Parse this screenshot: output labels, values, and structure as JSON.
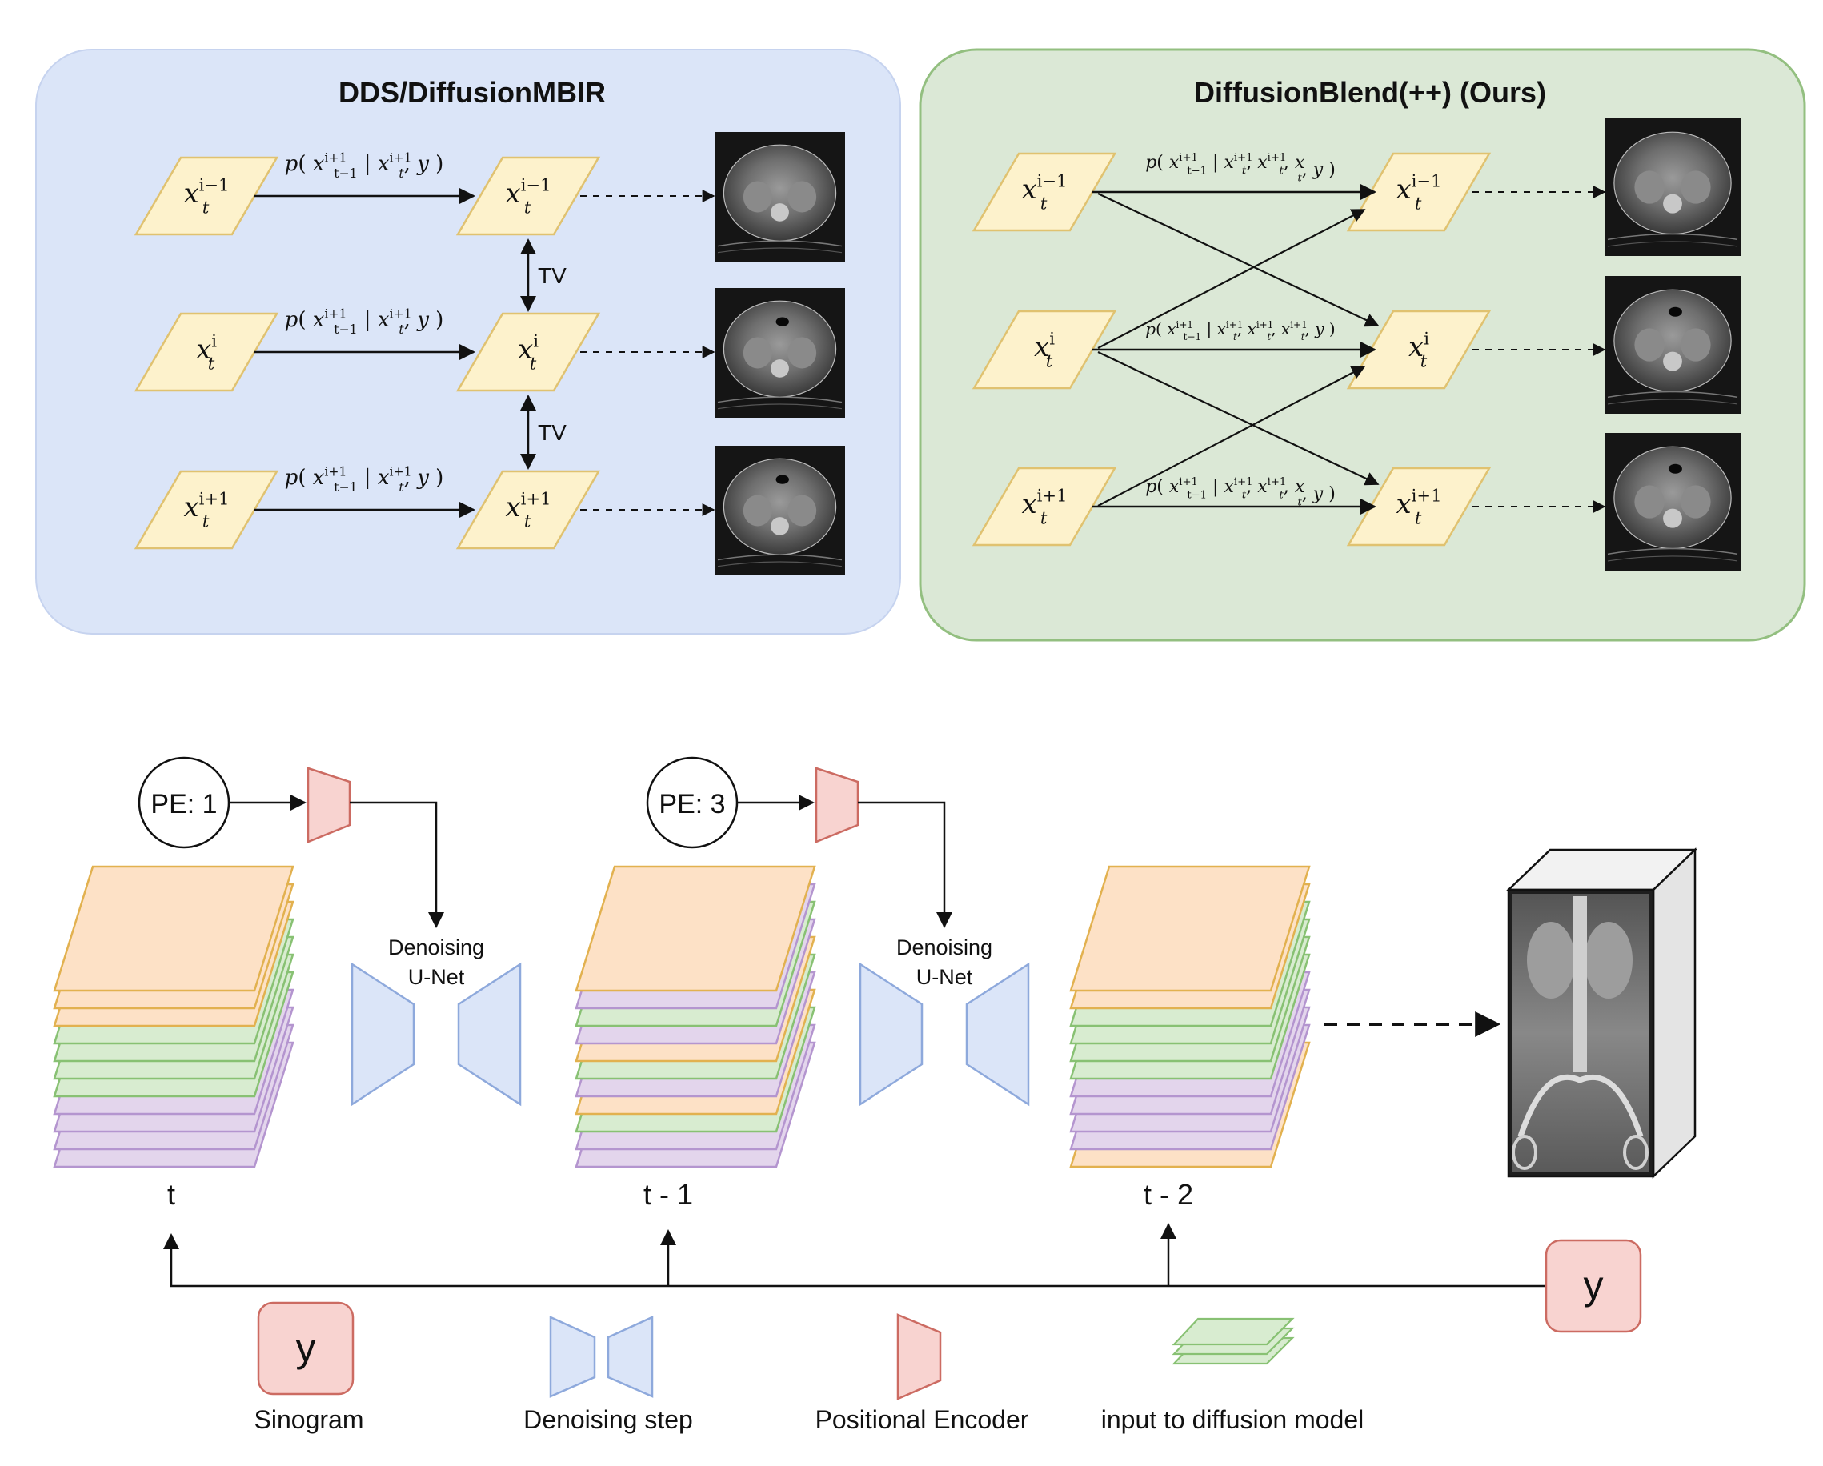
{
  "top_left_panel": {
    "title": "DDS/DiffusionMBIR",
    "nodes": [
      {
        "base": "x",
        "sup": "i−1",
        "sub": "t"
      },
      {
        "base": "x",
        "sup": "i",
        "sub": "t"
      },
      {
        "base": "x",
        "sup": "i+1",
        "sub": "t"
      }
    ],
    "edge_label": "p(x",
    "edge_label_full": "p( x_{t-1}^{i+1} | x_t^{i+1}, y )",
    "coupling_label": "TV",
    "colors": {
      "panel": "#dbe5f8",
      "node_fill": "#fdf2cc",
      "node_stroke": "#e0c270"
    }
  },
  "top_right_panel": {
    "title": "DiffusionBlend(++) (Ours)",
    "edge_labels": [
      "p( x_{t-1}^{i+1} | x_t^{i+1}, x_t^{i+1}, x_t, y )",
      "p( x_{t-1}^{i+1} | x_t^{i+1}, x_t^{i+1}, x_t^{i+1}, y )",
      "p( x_{t-1}^{i+1} | x_t^{i+1}, x_t^{i+1}, x_t, y )"
    ],
    "colors": {
      "panel": "#dbe8d6",
      "panel_stroke": "#93bf80"
    }
  },
  "bottom": {
    "pe_labels": [
      "PE: 1",
      "PE: 3"
    ],
    "unet_label_line1": "Denoising",
    "unet_label_line2": "U-Net",
    "stack_labels": [
      "t",
      "t - 1",
      "t - 2"
    ],
    "y_label": "y",
    "legend": [
      {
        "label": "Sinogram"
      },
      {
        "label": "Denoising step"
      },
      {
        "label": "Positional Encoder"
      },
      {
        "label": "input to diffusion model"
      }
    ],
    "colors": {
      "orange": "#fde1c6",
      "orange_stroke": "#e2b14f",
      "green": "#d8ecd0",
      "green_stroke": "#88c173",
      "purple": "#e3d5ec",
      "purple_stroke": "#b495cf",
      "blue": "#dbe5f8",
      "blue_stroke": "#8ea9dc",
      "red": "#f8d3d0",
      "red_stroke": "#cc6b62"
    }
  }
}
